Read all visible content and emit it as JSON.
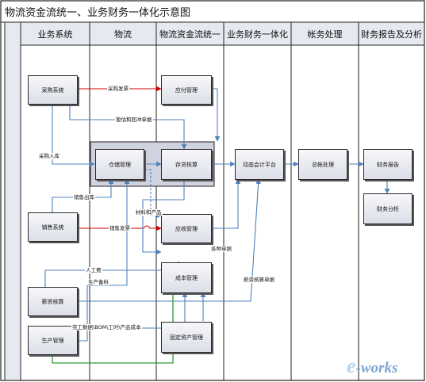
{
  "title": "物流资金流统一、业务财务一体化示意图",
  "lanes": [
    "业务系统",
    "物流",
    "物流资金流统一",
    "业务财务一体化",
    "帐务处理",
    "财务报告及分析"
  ],
  "nodes": {
    "purchase_system": "采购系统",
    "sales_system": "销售系统",
    "payroll": "薪资核算",
    "production_mgmt": "生产管理",
    "warehouse_mgmt": "仓储管理",
    "payable_mgmt": "应付管理",
    "inventory_accounting": "存货核算",
    "receivable_mgmt": "应收管理",
    "cost_mgmt": "成本管理",
    "fixed_asset_mgmt": "固定资产管理",
    "dynamic_accounting_platform": "动态会计平台",
    "general_ledger": "总帐处理",
    "financial_report": "财务报告",
    "financial_analysis": "财务分析"
  },
  "edge_labels": {
    "purchase_invoice": "采购发票",
    "estimate_settlement": "暂估和回冲单据",
    "purchase_inbound": "采购入库",
    "sales_outbound": "销售出库",
    "materials_products": "材料和产品",
    "sales_invoice": "销售发票",
    "various_documents": "各种单据",
    "labor_cost": "人工费",
    "production_materials": "生产备料",
    "payroll_docs": "薪资核算单据",
    "completion_data": "完工数据\\BOM\\工时\\产品成本"
  },
  "logo": {
    "prefix": "e",
    "text": "-works"
  },
  "colors": {
    "flow_blue": "#4f81bd",
    "invoice_red": "#d00000",
    "production_green": "#2e9b2e"
  }
}
